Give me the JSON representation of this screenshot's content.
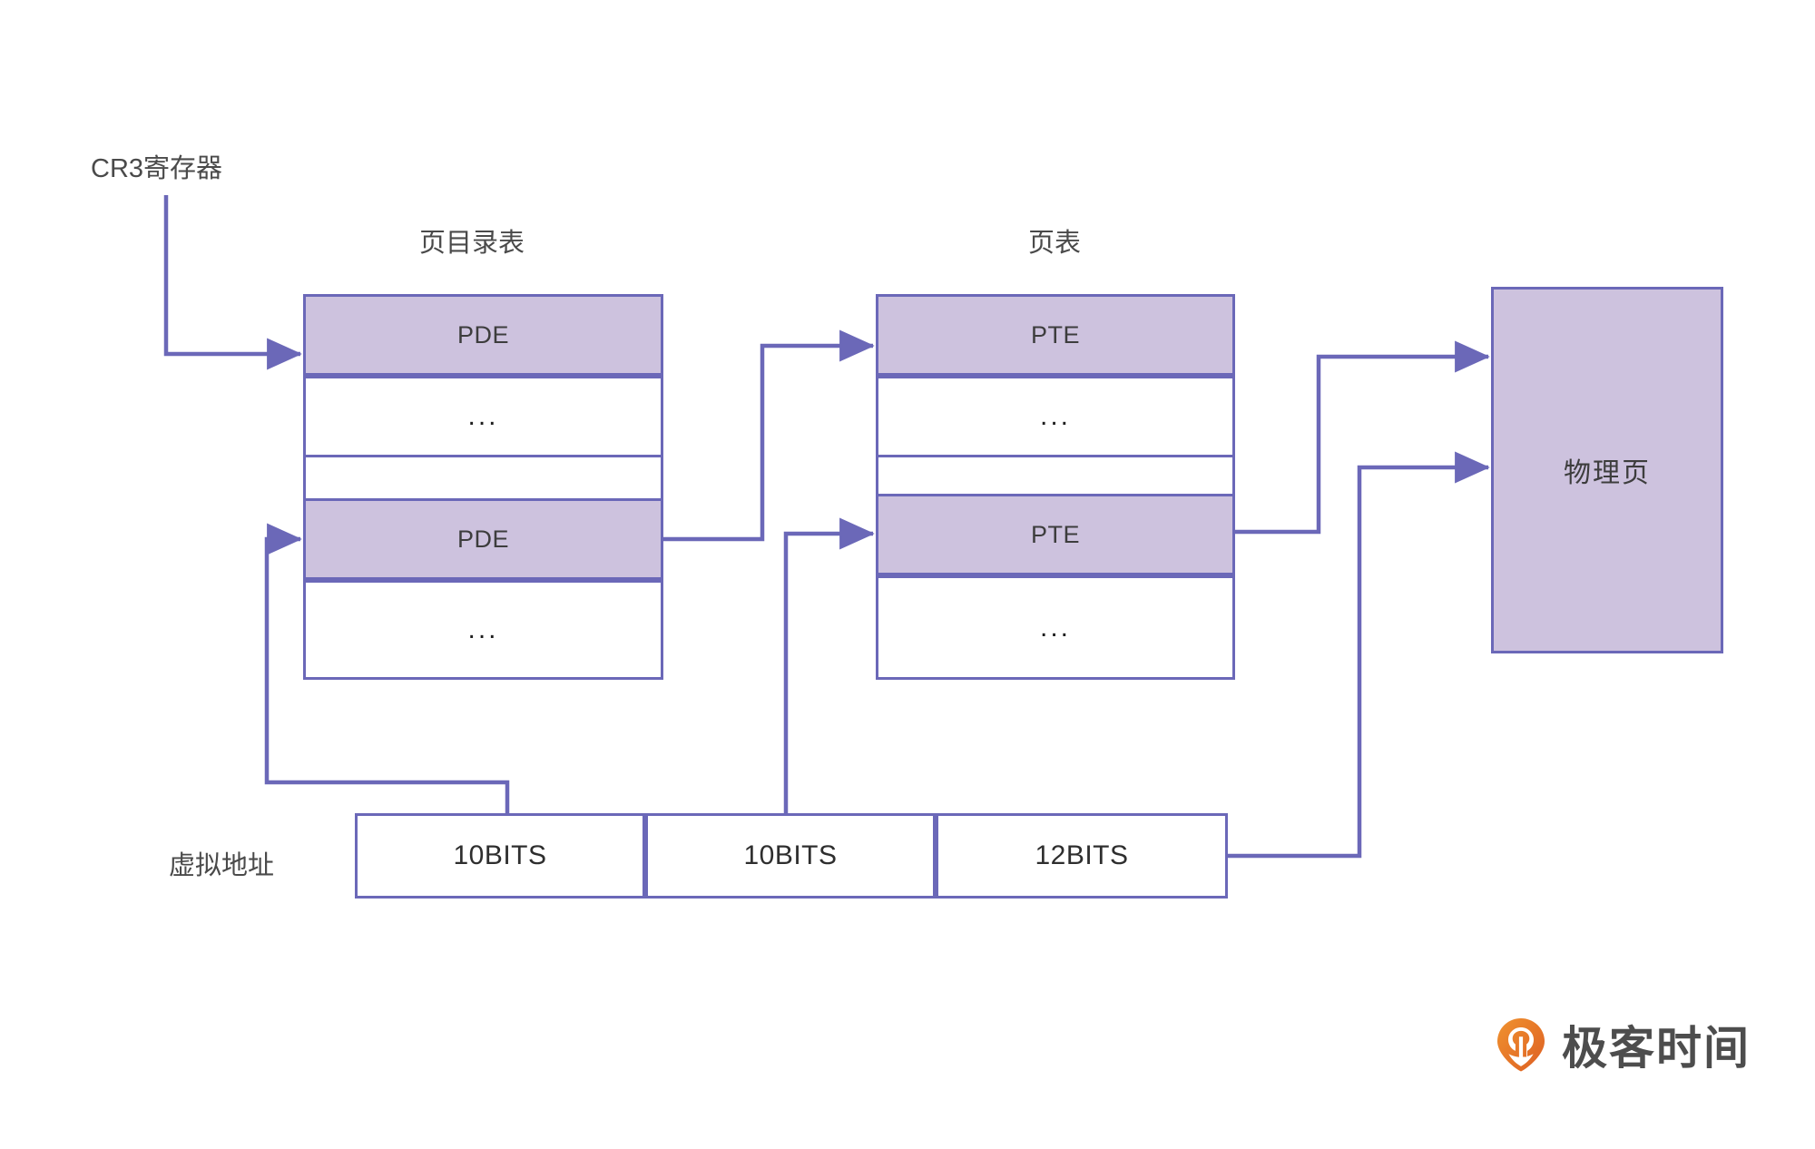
{
  "diagram": {
    "title": "x86 two-level paging address translation",
    "colors": {
      "stroke": "#6b68b8",
      "fill": "#cdc2de",
      "text": "#3d3d3d",
      "logo_orange": "#e8762c"
    },
    "captions": {
      "cr3": "CR3寄存器",
      "page_directory": "页目录表",
      "page_table": "页表",
      "virtual_address": "虚拟地址"
    },
    "page_directory_rows": [
      {
        "label": "PDE",
        "kind": "entry"
      },
      {
        "label": "...",
        "kind": "ellipsis"
      },
      {
        "label": "PDE",
        "kind": "entry"
      },
      {
        "label": "...",
        "kind": "ellipsis"
      }
    ],
    "page_table_rows": [
      {
        "label": "PTE",
        "kind": "entry"
      },
      {
        "label": "...",
        "kind": "ellipsis"
      },
      {
        "label": "PTE",
        "kind": "entry"
      },
      {
        "label": "...",
        "kind": "ellipsis"
      }
    ],
    "physical_page": {
      "label": "物理页"
    },
    "virtual_address_fields": [
      {
        "label": "10BITS",
        "bits": 10
      },
      {
        "label": "10BITS",
        "bits": 10
      },
      {
        "label": "12BITS",
        "bits": 12
      }
    ]
  },
  "logo": {
    "text": "极客时间"
  }
}
